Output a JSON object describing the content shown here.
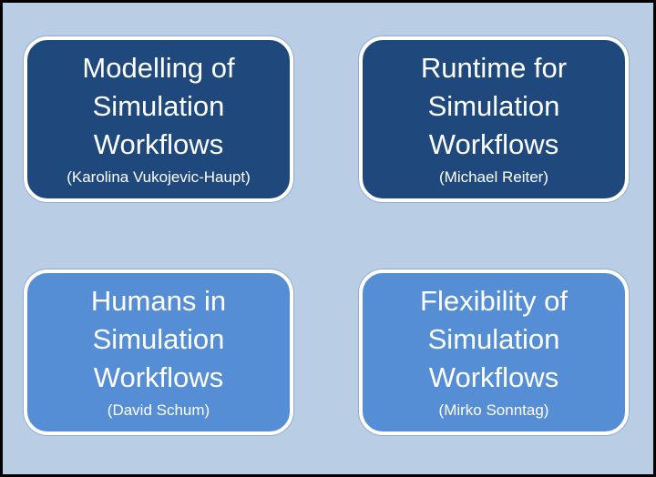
{
  "boxes": [
    {
      "title_lines": [
        "Modelling of",
        "Simulation",
        "Workflows"
      ],
      "author": "(Karolina Vukojevic-Haupt)",
      "fill": "#1f497d"
    },
    {
      "title_lines": [
        "Runtime for",
        "Simulation",
        "Workflows"
      ],
      "author": "(Michael Reiter)",
      "fill": "#1f497d"
    },
    {
      "title_lines": [
        "Humans in",
        "Simulation",
        "Workflows"
      ],
      "author": "(David Schum)",
      "fill": "#558ed5"
    },
    {
      "title_lines": [
        "Flexibility of",
        "Simulation",
        "Workflows"
      ],
      "author": "(Mirko Sonntag)",
      "fill": "#558ed5"
    }
  ],
  "colors": {
    "background": "#b9cde5",
    "frame_border": "#000000",
    "box_border": "#ffffff",
    "text": "#ffffff"
  }
}
